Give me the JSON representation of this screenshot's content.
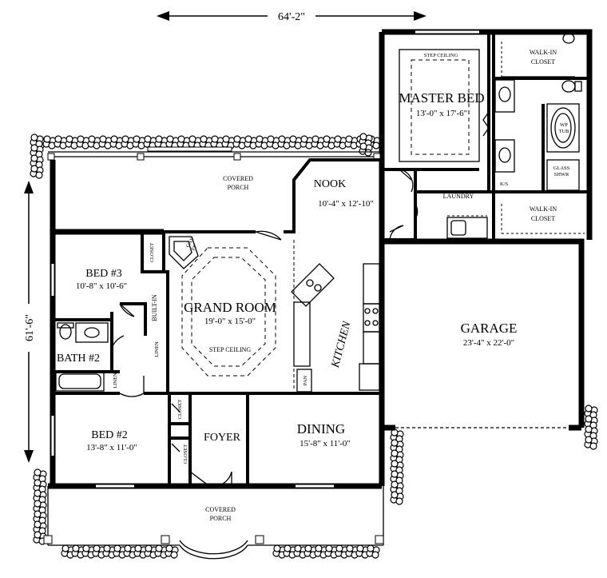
{
  "dimensions": {
    "width": "64'-2\"",
    "depth": "61'-6\""
  },
  "rooms": {
    "master_bed": {
      "name": "MASTER BED",
      "size": "13'-0\" x 17'-6\"",
      "ceiling": "STEP CEILING"
    },
    "walk_in_closet_top": "WALK-IN CLOSET",
    "walk_in_closet_bottom": "WALK-IN CLOSET",
    "wp_tub": "WP TUB",
    "glass_shwr": "GLASS SHWR",
    "ks": "K/S",
    "laundry": "LAUNDRY",
    "nook": {
      "name": "NOOK",
      "size": "10'-4\" x 12'-10\""
    },
    "covered_porch_back": "COVERED PORCH",
    "grand_room": {
      "name": "GRAND ROOM",
      "size": "19'-0\" x 15'-0\"",
      "ceiling": "STEP CEILING"
    },
    "gas_fp": "GAS FP",
    "closet_bed3": "CLOSET",
    "built_in": "BUILT-IN",
    "linen_grand": "LINEN",
    "bed3": {
      "name": "BED #3",
      "size": "10'-8\" x 10'-6\""
    },
    "bath2": "BATH #2",
    "linen_bath": "LINEN",
    "kitchen": "KITCHEN",
    "pan": "PAN",
    "garage": {
      "name": "GARAGE",
      "size": "23'-4\" x 22'-0\""
    },
    "bed2": {
      "name": "BED #2",
      "size": "13'-8\" x 11'-0\""
    },
    "closet_bed2_a": "CLOSET",
    "closet_bed2_b": "CLOSET",
    "foyer": "FOYER",
    "dining": {
      "name": "DINING",
      "size": "15'-8\" x 11'-0\""
    },
    "covered_porch_front": "COVERED PORCH"
  }
}
